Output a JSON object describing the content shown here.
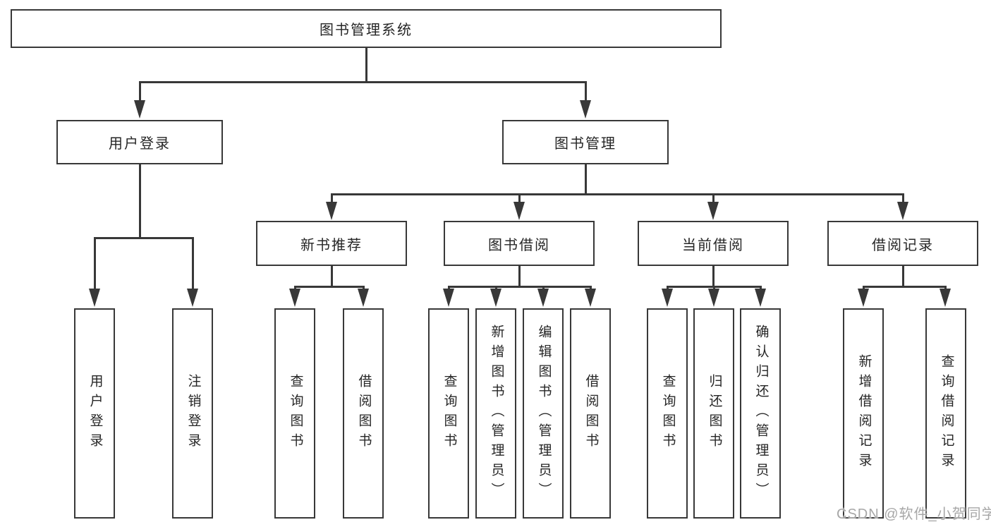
{
  "tree": {
    "label": "图书管理系统",
    "children": [
      {
        "label": "用户登录",
        "children": [
          {
            "label": "用户登录"
          },
          {
            "label": "注销登录"
          }
        ]
      },
      {
        "label": "图书管理",
        "children": [
          {
            "label": "新书推荐",
            "children": [
              {
                "label": "查询图书"
              },
              {
                "label": "借阅图书"
              }
            ]
          },
          {
            "label": "图书借阅",
            "children": [
              {
                "label": "查询图书"
              },
              {
                "label": "新增图书（管理员）"
              },
              {
                "label": "编辑图书（管理员）"
              },
              {
                "label": "借阅图书"
              }
            ]
          },
          {
            "label": "当前借阅",
            "children": [
              {
                "label": "查询图书"
              },
              {
                "label": "归还图书"
              },
              {
                "label": "确认归还（管理员）"
              }
            ]
          },
          {
            "label": "借阅记录",
            "children": [
              {
                "label": "新增借阅记录"
              },
              {
                "label": "查询借阅记录"
              }
            ]
          }
        ]
      }
    ]
  },
  "watermark": {
    "text": "CSDN @软件_小贺同学"
  },
  "colors": {
    "line": "#383838",
    "box_border": "#383838",
    "text": "#262626",
    "background": "#ffffff",
    "watermark": "#a7a7a7"
  }
}
